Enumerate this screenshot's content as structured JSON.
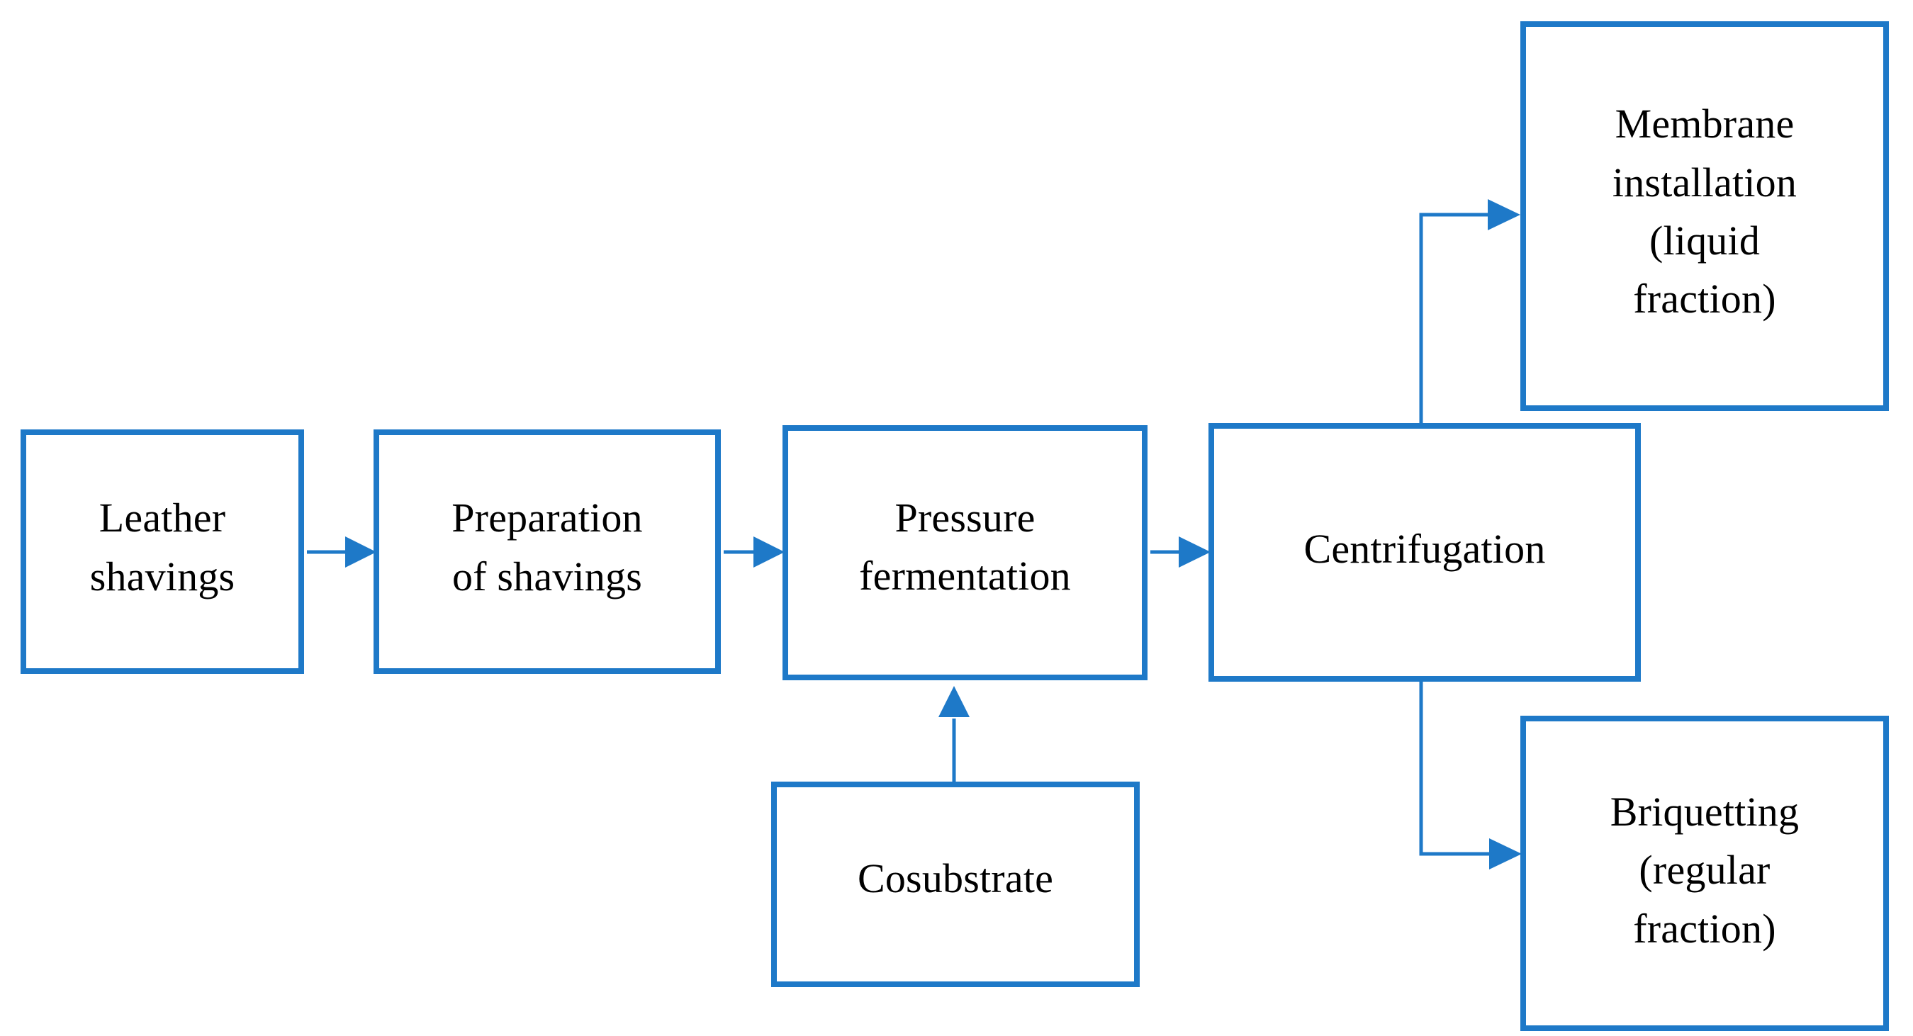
{
  "diagram": {
    "type": "flowchart",
    "orientation": "left-to-right",
    "accent_color": "#1e79c8",
    "text_color": "#000000",
    "background_color": "#ffffff",
    "nodes": [
      {
        "id": "leather-shavings",
        "label": "Leather\nshavings"
      },
      {
        "id": "preparation",
        "label": "Preparation\nof shavings"
      },
      {
        "id": "pressure-fermentation",
        "label": "Pressure\nfermentation"
      },
      {
        "id": "centrifugation",
        "label": "Centrifugation"
      },
      {
        "id": "membrane",
        "label": "Membrane\ninstallation\n(liquid\nfraction)"
      },
      {
        "id": "briquetting",
        "label": "Briquetting\n(regular\nfraction)"
      },
      {
        "id": "cosubstrate",
        "label": "Cosubstrate"
      }
    ],
    "edges": [
      {
        "id": "e1",
        "from": "leather-shavings",
        "to": "preparation",
        "direction": "right"
      },
      {
        "id": "e2",
        "from": "preparation",
        "to": "pressure-fermentation",
        "direction": "right"
      },
      {
        "id": "e3",
        "from": "pressure-fermentation",
        "to": "centrifugation",
        "direction": "right"
      },
      {
        "id": "e4",
        "from": "cosubstrate",
        "to": "pressure-fermentation",
        "direction": "up"
      },
      {
        "id": "e5",
        "from": "centrifugation",
        "to": "membrane",
        "direction": "up-then-right"
      },
      {
        "id": "e6",
        "from": "centrifugation",
        "to": "briquetting",
        "direction": "down-then-right"
      }
    ]
  }
}
